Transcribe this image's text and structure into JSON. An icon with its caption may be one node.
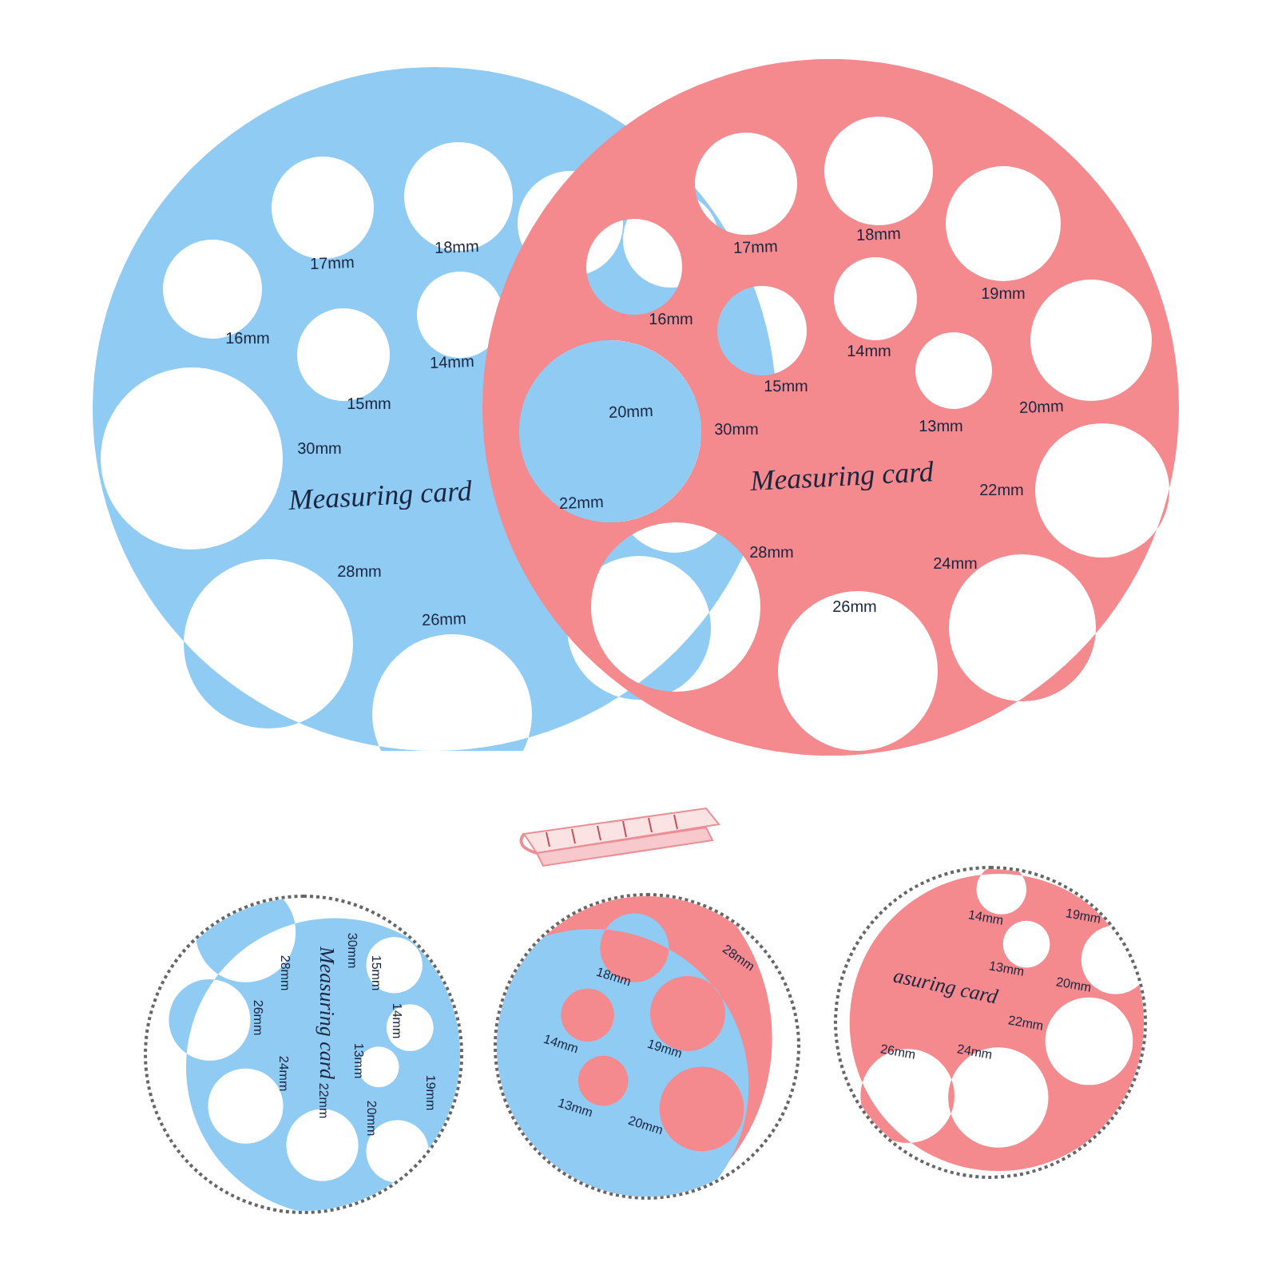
{
  "diagram": {
    "nodes": [
      {
        "text": [
          "17mm",
          "18mm",
          "16mm",
          "14mm",
          "15mm",
          "30mm",
          "Measuring card",
          "28mm",
          "26mm"
        ]
      },
      {
        "text": [
          "17mm",
          "18mm",
          "16mm",
          "19mm",
          "14mm",
          "15mm",
          "20mm",
          "13mm",
          "30mm",
          "Measuring card",
          "22mm",
          "28mm",
          "24mm",
          "26mm"
        ]
      },
      {
        "text": [
          "30mm",
          "28mm",
          "15mm",
          "Measuring card",
          "26mm",
          "14mm",
          "13mm",
          "24mm",
          "19mm",
          "22mm",
          "20mm"
        ]
      },
      {
        "text": [
          "18mm",
          "28mm",
          "14mm",
          "19mm",
          "13mm",
          "20mm"
        ]
      },
      {
        "text": [
          "14mm",
          "19mm",
          "13mm",
          "asuring card",
          "20mm",
          "22mm",
          "26mm",
          "24mm"
        ]
      },
      {
        "text": [
          "20mm",
          "22mm"
        ]
      }
    ]
  }
}
